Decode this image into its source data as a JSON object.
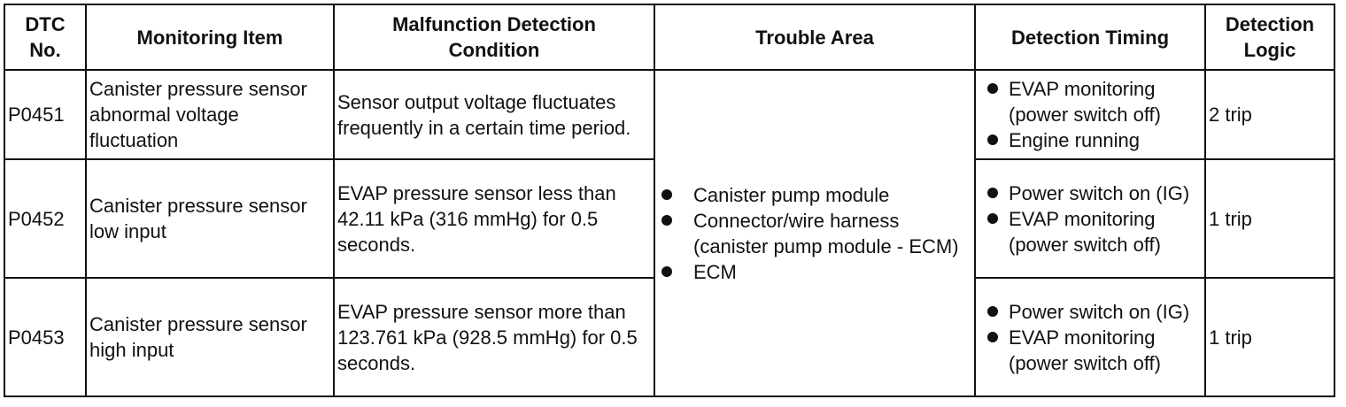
{
  "headers": {
    "dtc": "DTC No.",
    "monitoring": "Monitoring Item",
    "condition": "Malfunction Detection Condition",
    "trouble": "Trouble Area",
    "timing": "Detection Timing",
    "logic": "Detection Logic"
  },
  "rows": [
    {
      "dtc": "P0451",
      "monitoring": "Canister pressure sensor abnormal voltage fluctuation",
      "condition": "Sensor output voltage fluctuates frequently in a certain time period.",
      "timing": [
        "EVAP monitoring (power switch off)",
        "Engine running"
      ],
      "logic": "2 trip"
    },
    {
      "dtc": "P0452",
      "monitoring": "Canister pressure sensor low input",
      "condition": "EVAP pressure sensor less than 42.11 kPa (316 mmHg) for 0.5 seconds.",
      "timing": [
        "Power switch on (IG)",
        "EVAP monitoring (power switch off)"
      ],
      "logic": "1 trip"
    },
    {
      "dtc": "P0453",
      "monitoring": "Canister pressure sensor high input",
      "condition": "EVAP pressure sensor more than 123.761 kPa (928.5 mmHg) for 0.5 seconds.",
      "timing": [
        "Power switch on (IG)",
        "EVAP monitoring (power switch off)"
      ],
      "logic": "1 trip"
    }
  ],
  "trouble_area": [
    "Canister pump module",
    "Connector/wire harness (canister pump module - ECM)",
    "ECM"
  ]
}
